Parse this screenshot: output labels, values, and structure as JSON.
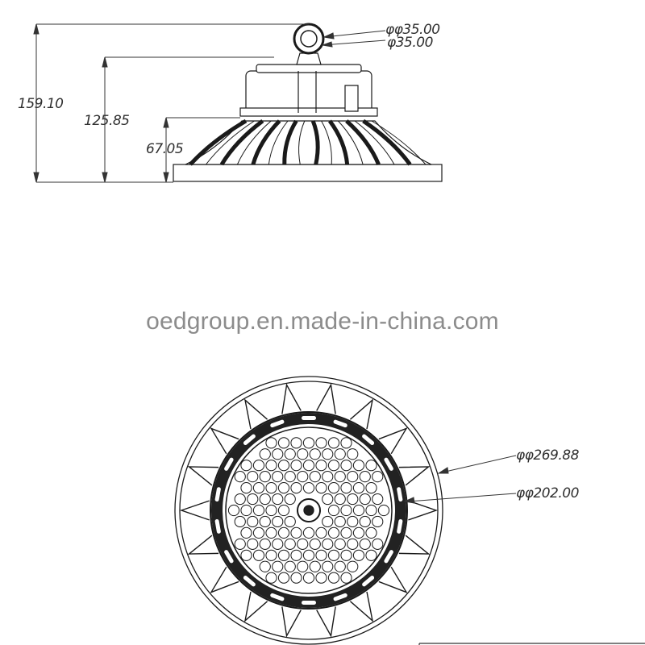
{
  "side_view": {
    "dimensions": {
      "overall_height": "159.10",
      "body_height": "125.85",
      "heatsink_height": "67.05",
      "ring_outer_diameter": "φφ35.00",
      "ring_inner_diameter": "φ35.00"
    }
  },
  "watermark": "oedgroup.en.made-in-china.com",
  "bottom_view": {
    "dimensions": {
      "outer_diameter": "φφ269.88",
      "inner_diameter": "φφ202.00"
    }
  },
  "colors": {
    "line": "#1a1a1a",
    "dark_fill": "#222222",
    "watermark": "#8c8c8c"
  }
}
